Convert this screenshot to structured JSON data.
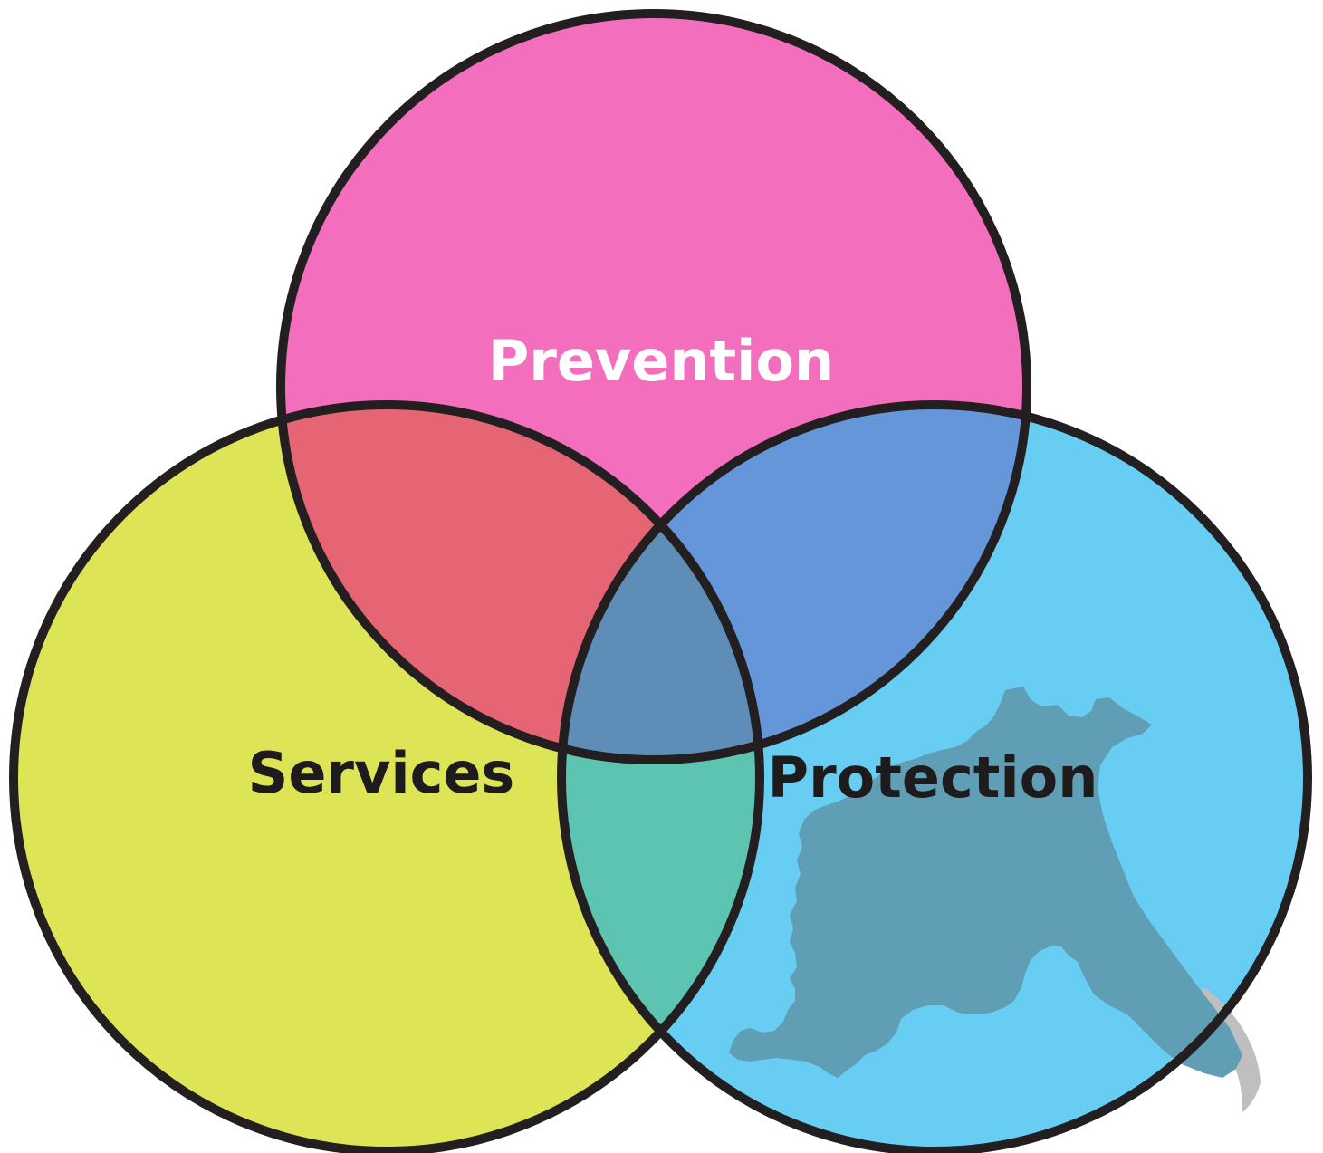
{
  "diagram": {
    "type": "venn",
    "sets": [
      {
        "key": "prevention",
        "label": "Prevention",
        "color": "#f36fbd",
        "label_color": "#ffffff"
      },
      {
        "key": "services",
        "label": "Services",
        "color": "#dde556",
        "label_color": "#1d1b1c"
      },
      {
        "key": "protection",
        "label": "Protection",
        "color": "#67cdf3",
        "label_color": "#1d1b1c"
      }
    ],
    "overlaps": {
      "prevention_services": "#e66574",
      "prevention_protection": "#6596d9",
      "services_protection": "#5cc4b0",
      "all_three": "#5e8db8"
    },
    "outline_color": "#231f20",
    "map_color": "#5f9eb5",
    "map_shadow_color": "#bfbfbf"
  }
}
